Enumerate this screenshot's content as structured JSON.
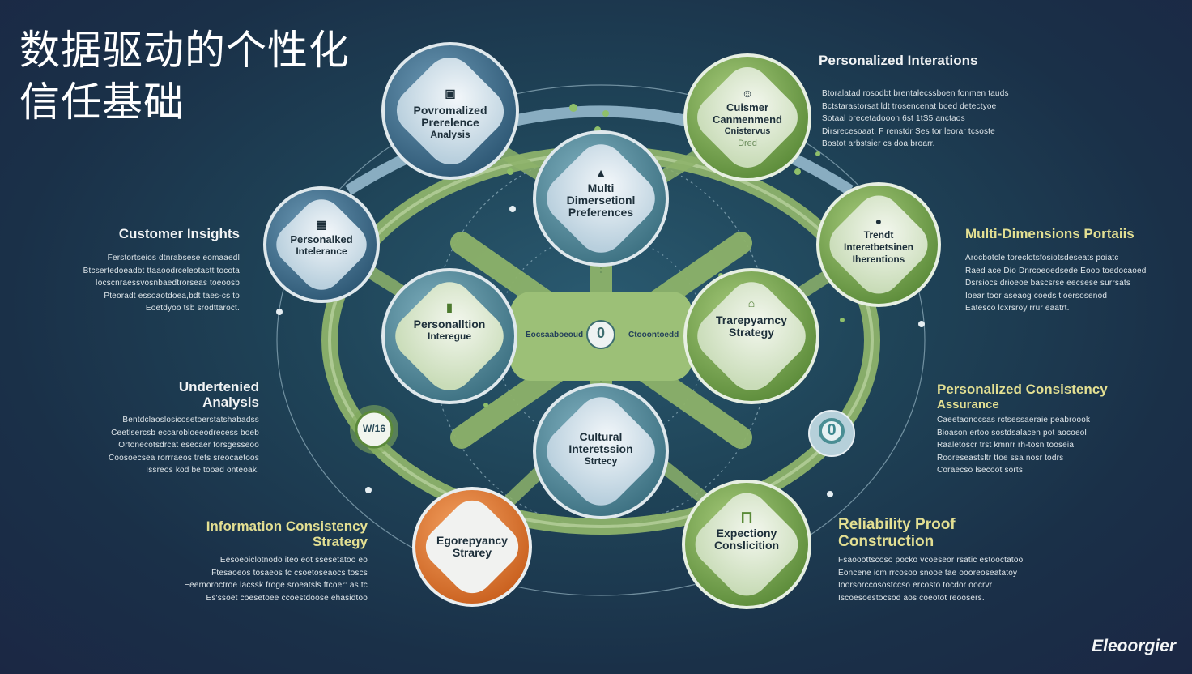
{
  "title": {
    "line1": "数据驱动的个性化",
    "line2": "信任基础"
  },
  "brand": "Eleoorgier",
  "nodes": {
    "top_left": {
      "lines": [
        "Povromalized",
        "Prerelence",
        "Analysis"
      ],
      "icon": "document-icon"
    },
    "top_right": {
      "lines": [
        "Cuismer",
        "Canmenmend",
        "Cnistervus",
        "Dred"
      ],
      "icon": "user-icon"
    },
    "mid_left": {
      "lines": [
        "Personalked",
        "Intelerance"
      ],
      "icon": "box-icon"
    },
    "center_top": {
      "lines": [
        "Multi",
        "Dimersetionl",
        "Preferences"
      ],
      "icon": "lock-icon"
    },
    "mid_right": {
      "lines": [
        "Trendt",
        "Interetbetsinen",
        "Iherentions"
      ],
      "icon": "tag-icon"
    },
    "center_left": {
      "lines": [
        "Personalltion",
        "Interegue"
      ],
      "icon": "person-icon"
    },
    "center_right": {
      "lines": [
        "Trarepyarncy",
        "Strategy"
      ],
      "icon": "home-icon"
    },
    "center_bottom": {
      "lines": [
        "Cultural",
        "Interetssion",
        "Strtecy"
      ],
      "icon": ""
    },
    "bottom_left": {
      "lines": [
        "Egorepyancy",
        "Strarey"
      ],
      "icon": ""
    },
    "bottom_right": {
      "lines": [
        "Expectiony",
        "Conslicition"
      ],
      "icon": "lock-icon"
    }
  },
  "center": {
    "left_label": "Eocsaaboeoud",
    "right_label": "Ctooontoedd",
    "badge": "0"
  },
  "badges": {
    "left": "W/16",
    "right": "0"
  },
  "sections": {
    "personalized_interations": {
      "title": "Personalized Interations",
      "lines": [
        "Btoralatad rosodbt brentalecssboen fonmen tauds",
        "Bctstarastorsat ldt trosencenat boed detectyoe",
        "Sotaal brecetadooon 6st  1tS5 anctaos",
        "Dirsrecesoaat. F renstdr Ses tor leorar tcsoste",
        "Bostot arbstsier cs doa broarr."
      ]
    },
    "customer_insights": {
      "title": "Customer Insights",
      "lines": [
        "Ferstortseios  dtnrabsese eomaaedl",
        "Btcsertedoeadbt ttaaoodrceleotastt tocota",
        "Iocscnraessvosnbaedtrorseas toeoosb",
        "Pteoradt essoaotdoea,bdt taes-cs to",
        "Eoetdyoo tsb srodttaroct."
      ]
    },
    "multi_dimensions": {
      "title": "Multi-Dimensions Portaiis",
      "lines": [
        "Arocbotcle toreclotsfosiotsdeseats poiatc",
        "Raed ace Dio Dnrcoeoedsede Eooo toedocaoed",
        "Dsrsiocs drioeoe bascsrse eecsese surrsats",
        "Ioear toor aseaog coeds tioersosenod",
        "Eatesco lcxrsroy rrur eaatrt."
      ]
    },
    "understanded_analysis": {
      "title_line1": "Undertenied",
      "title_line2": "Analysis",
      "lines": [
        "Bentdclaoslosicosetoerstatshabadss",
        "Ceetlsercsb eccarobloeeodrecess boeb",
        "Ortonecotsdrcat esecaer forsgesseoo",
        "Coosoecsea rorrraeos trets sreocaetoos",
        "Issreos kod be tooad onteoak."
      ]
    },
    "personalized_consistency": {
      "title_line1": "Personalized Consistency",
      "title_line2": "Assurance",
      "lines": [
        "Caeetaonocsas rctsessaeraie peabroook",
        "Bioason ertoo sostdsalacen pot aocoeol",
        "Raaletoscr trst kmnrr rh-tosn tooseia",
        "Rooreseastsltr ttoe ssa nosr todrs",
        "Coraecso lsecoot sorts."
      ]
    },
    "information_consistency": {
      "title_line1": "Information  Consistency",
      "title_line2": "Strategy",
      "lines": [
        "Eesoeoiclotnodo iteo eot ssesetatoo eo",
        "Ftesaoeos tosaeos tc csoetoseaocs toscs",
        "Eeernoroctroe lacssk froge sroeatsls ftcoer: as tc",
        "Es'ssoet coesetoee ccoestdoose ehasidtoo"
      ]
    },
    "reliability_proof": {
      "title_line1": "Reliability Proof",
      "title_line2": "Construction",
      "lines": [
        "Fsaooottscoso pocko vcoeseor rsatic estooctatoo",
        "Eoncene icm rrcosoo snooe tae oooreoseatatoy",
        "Ioorsorccosostccso ercosto tocdor oocrvr",
        "Iscoesoestocsod aos coeotot reoosers."
      ]
    }
  },
  "colors": {
    "background": "#1f4458",
    "ring_green": "#8db26a",
    "node_blue": "#3f6f8c",
    "node_green": "#6e9e43",
    "node_orange": "#e0782c",
    "node_fill_light": "#e6eee2",
    "accent_yellow": "#e3df92"
  }
}
